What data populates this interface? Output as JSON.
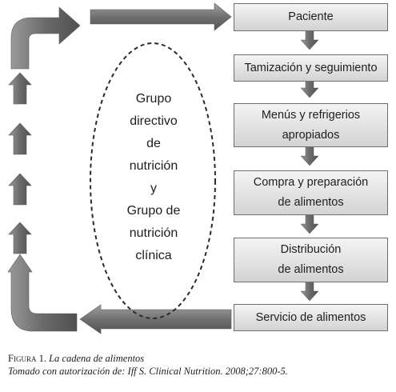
{
  "diagram": {
    "steps": [
      [
        "Paciente"
      ],
      [
        "Tamización y seguimiento"
      ],
      [
        "Menús y refrigerios",
        "apropiados"
      ],
      [
        "Compra y preparación",
        "de alimentos"
      ],
      [
        "Distribución",
        "de alimentos"
      ],
      [
        "Servicio de alimentos"
      ]
    ],
    "center_group": [
      "Grupo",
      "directivo",
      "de",
      "nutrición",
      "y",
      "Grupo de",
      "nutrición",
      "clínica"
    ]
  },
  "caption": {
    "label": "Figura",
    "number": "1.",
    "title": "La cadena de alimentos",
    "source": "Tomado con autorización de: Iff S. Clinical Nutrition. 2008;27:800-5."
  }
}
